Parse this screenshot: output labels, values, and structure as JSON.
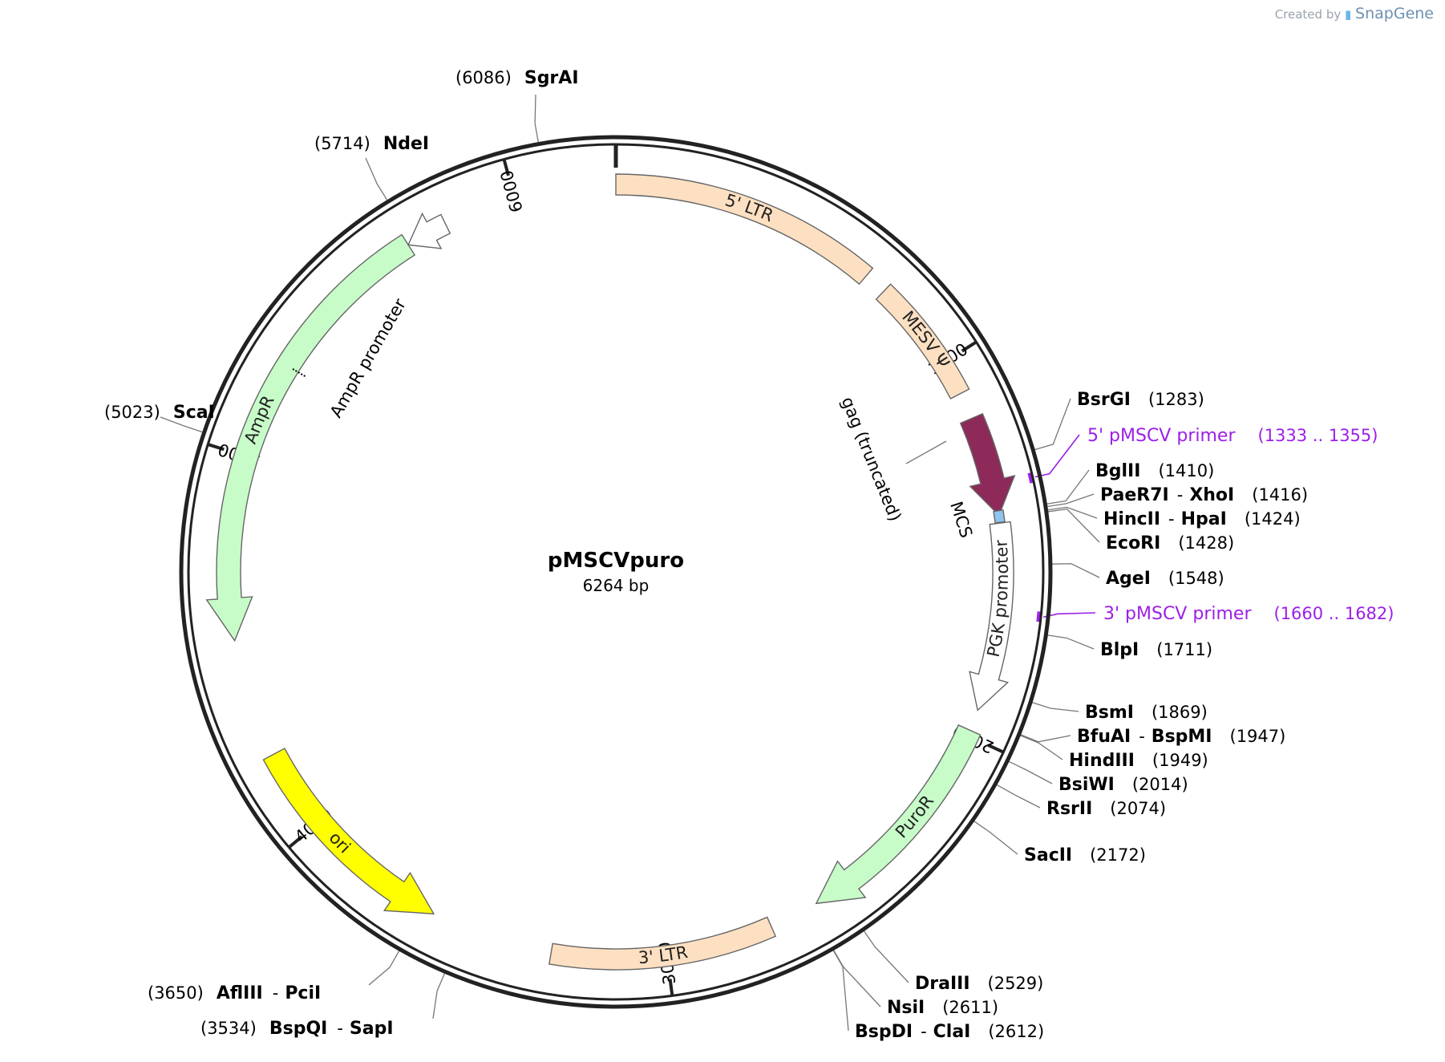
{
  "credit": {
    "prefix": "Created by",
    "brand": "SnapGene"
  },
  "plasmid": {
    "name": "pMSCVpuro",
    "size_label": "6264 bp",
    "length": 6264
  },
  "ruler_ticks": [
    "1000",
    "2000",
    "3000",
    "4000",
    "5000",
    "6000"
  ],
  "features": [
    {
      "id": "5ltr",
      "label": "5' LTR",
      "color": "#fde0c2",
      "kind": "box"
    },
    {
      "id": "mesv",
      "label": "MESV Ψ",
      "color": "#fde0c2",
      "kind": "box"
    },
    {
      "id": "gag",
      "label": "gag (truncated)",
      "color": "#8e2a5a",
      "kind": "arrow"
    },
    {
      "id": "mcs",
      "label": "MCS",
      "color": "#8ec5ef",
      "kind": "box"
    },
    {
      "id": "pgk",
      "label": "PGK promoter",
      "color": "#ffffff",
      "kind": "arrow"
    },
    {
      "id": "puror",
      "label": "PuroR",
      "color": "#c7fcc8",
      "kind": "arrow"
    },
    {
      "id": "3ltr",
      "label": "3' LTR",
      "color": "#fde0c2",
      "kind": "box"
    },
    {
      "id": "ori",
      "label": "ori",
      "color": "#ffff00",
      "kind": "arrow"
    },
    {
      "id": "ampr",
      "label": "AmpR",
      "color": "#c7fcc8",
      "kind": "arrow"
    },
    {
      "id": "amprp",
      "label": "AmpR promoter",
      "color": "#ffffff",
      "kind": "arrow"
    }
  ],
  "sites": [
    {
      "id": "sgrai",
      "pos": "(6086)",
      "names": [
        "SgrAI"
      ]
    },
    {
      "id": "ndei",
      "pos": "(5714)",
      "names": [
        "NdeI"
      ]
    },
    {
      "id": "scai",
      "pos": "(5023)",
      "names": [
        "ScaI"
      ]
    },
    {
      "id": "bsrgi",
      "pos": "(1283)",
      "names": [
        "BsrGI"
      ]
    },
    {
      "id": "bglii",
      "pos": "(1410)",
      "names": [
        "BglII"
      ]
    },
    {
      "id": "paer7i",
      "pos": "(1416)",
      "names": [
        "PaeR7I",
        "XhoI"
      ]
    },
    {
      "id": "hincii",
      "pos": "(1424)",
      "names": [
        "HincII",
        "HpaI"
      ]
    },
    {
      "id": "ecori",
      "pos": "(1428)",
      "names": [
        "EcoRI"
      ]
    },
    {
      "id": "agei",
      "pos": "(1548)",
      "names": [
        "AgeI"
      ]
    },
    {
      "id": "blpi",
      "pos": "(1711)",
      "names": [
        "BlpI"
      ]
    },
    {
      "id": "bsmi",
      "pos": "(1869)",
      "names": [
        "BsmI"
      ]
    },
    {
      "id": "bfuai",
      "pos": "(1947)",
      "names": [
        "BfuAI",
        "BspMI"
      ]
    },
    {
      "id": "hindiii",
      "pos": "(1949)",
      "names": [
        "HindIII"
      ]
    },
    {
      "id": "bsiwi",
      "pos": "(2014)",
      "names": [
        "BsiWI"
      ]
    },
    {
      "id": "rsrii",
      "pos": "(2074)",
      "names": [
        "RsrII"
      ]
    },
    {
      "id": "sacii",
      "pos": "(2172)",
      "names": [
        "SacII"
      ]
    },
    {
      "id": "draiii",
      "pos": "(2529)",
      "names": [
        "DraIII"
      ]
    },
    {
      "id": "nsii",
      "pos": "(2611)",
      "names": [
        "NsiI"
      ]
    },
    {
      "id": "bspdi",
      "pos": "(2612)",
      "names": [
        "BspDI",
        "ClaI"
      ]
    },
    {
      "id": "afliii",
      "pos": "(3650)",
      "names": [
        "AflIII",
        "PciI"
      ]
    },
    {
      "id": "bspqi",
      "pos": "(3534)",
      "names": [
        "BspQI",
        "SapI"
      ]
    }
  ],
  "primers": [
    {
      "id": "p5",
      "label": "5' pMSCV primer",
      "range": "(1333 .. 1355)"
    },
    {
      "id": "p3",
      "label": "3' pMSCV primer",
      "range": "(1660 .. 1682)"
    }
  ],
  "colors": {
    "backbone": "#222222",
    "primer": "#9b1fe8",
    "leader": "#777777"
  }
}
